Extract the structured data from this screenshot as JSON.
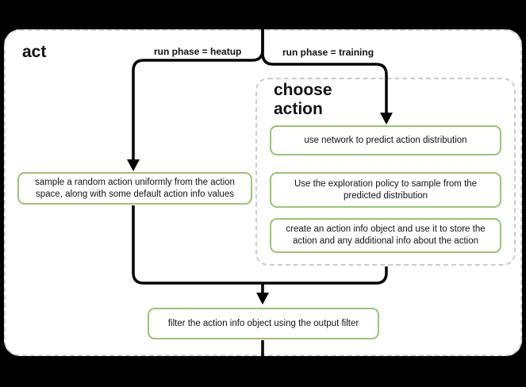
{
  "colors": {
    "background": "#000000",
    "node_border_green": "#9ac672",
    "dashed_border_gray": "#cccccc",
    "arrow_black": "#000000"
  },
  "container": {
    "label": "act"
  },
  "branches": {
    "heatup_label": "run phase = heatup",
    "training_label": "run phase = training"
  },
  "subprocess": {
    "label": "choose action",
    "steps": [
      "use network to predict action distribution",
      "Use the exploration policy to sample from the predicted distribution",
      "create an action info object and use it to store the action and any additional info about the action"
    ]
  },
  "heatup_node": "sample a random action uniformly from the action space, along with some default action info values",
  "output_node": "filter the action info object using the output filter"
}
